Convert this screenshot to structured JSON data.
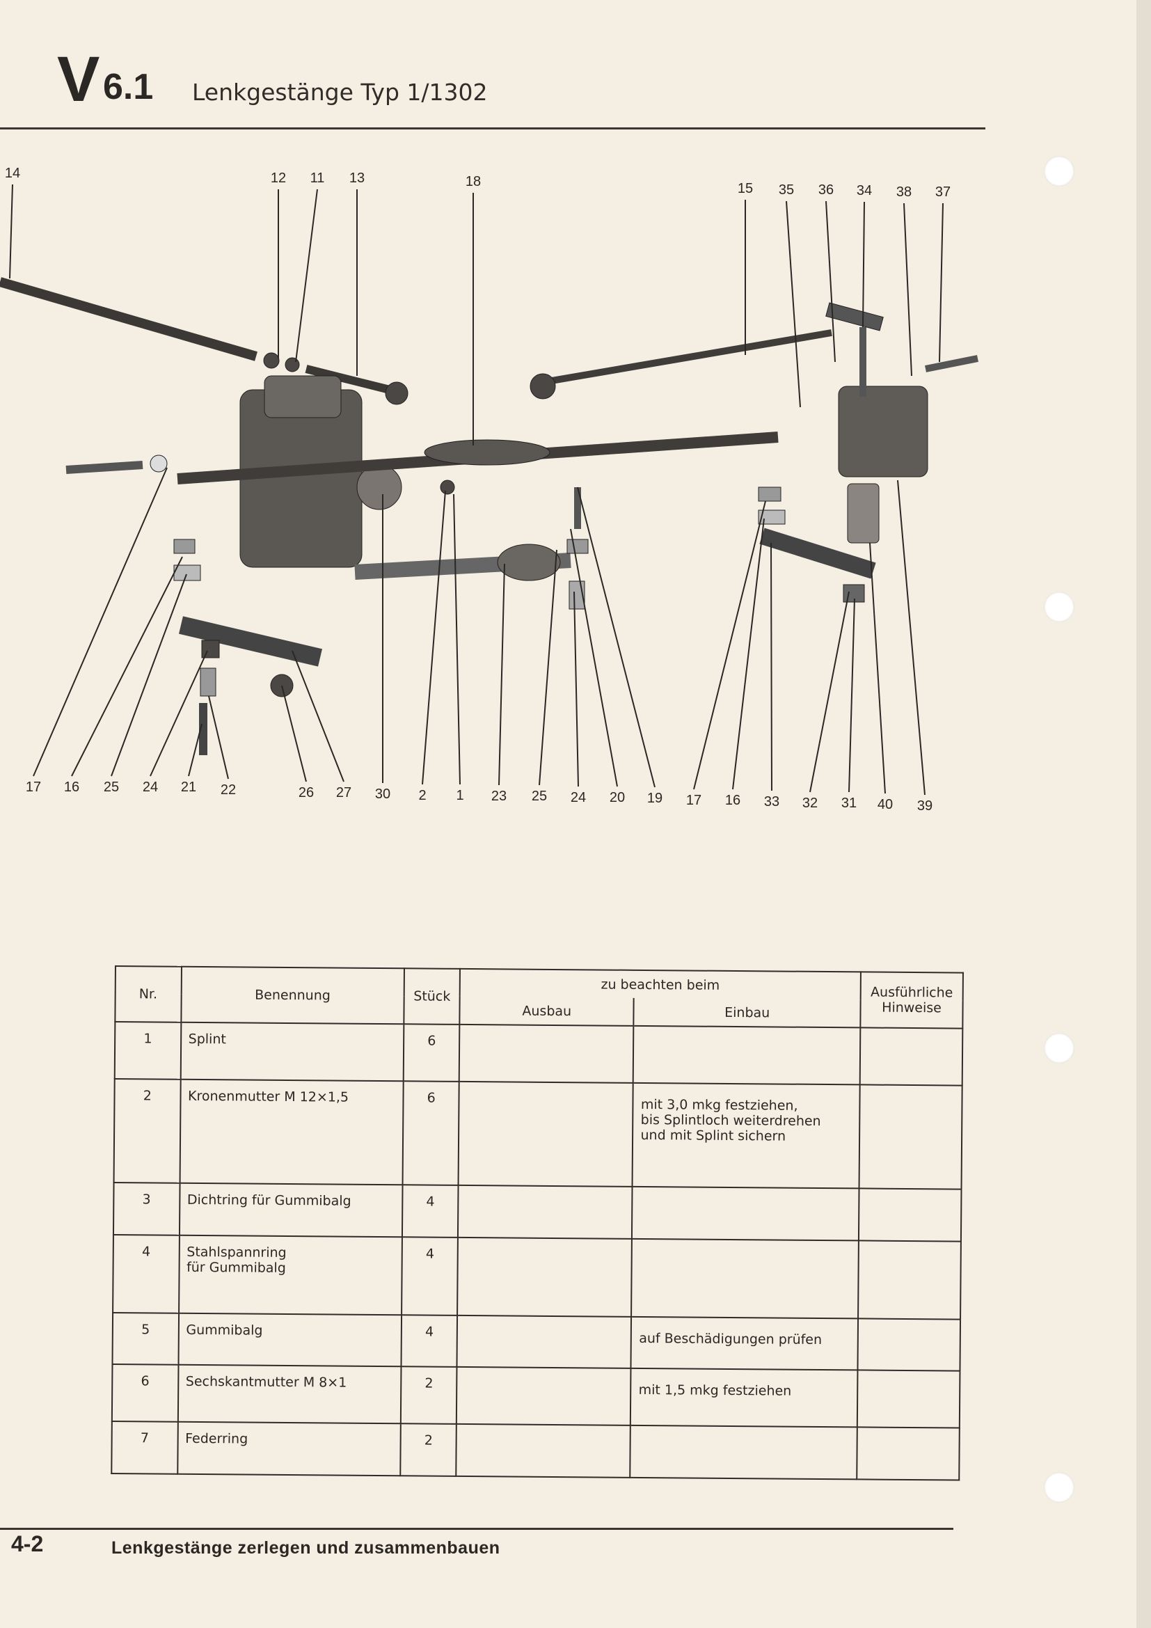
{
  "header": {
    "section_letter": "V",
    "section_number": "6.1",
    "title": "Lenkgestänge Typ 1/1302"
  },
  "diagram": {
    "top_labels": [
      "14",
      "12",
      "11",
      "13",
      "18",
      "15",
      "35",
      "36",
      "34",
      "38",
      "37"
    ],
    "bottom_labels": [
      "17",
      "16",
      "25",
      "24",
      "21",
      "22",
      "26",
      "27",
      "30",
      "2",
      "1",
      "23",
      "25",
      "24",
      "20",
      "19",
      "17",
      "16",
      "33",
      "32",
      "31",
      "40",
      "39"
    ]
  },
  "table": {
    "headers": {
      "nr": "Nr.",
      "name": "Benennung",
      "qty": "Stück",
      "note_group": "zu beachten beim",
      "removal": "Ausbau",
      "install": "Einbau",
      "details": "Ausführliche Hinweise"
    },
    "rows": [
      {
        "nr": "1",
        "name": "Splint",
        "qty": "6",
        "removal": "",
        "install": "",
        "details": ""
      },
      {
        "nr": "2",
        "name": "Kronenmutter M 12×1,5",
        "qty": "6",
        "removal": "",
        "install": "mit 3,0 mkg festziehen,\nbis Splintloch weiterdrehen\nund mit Splint sichern",
        "details": ""
      },
      {
        "nr": "3",
        "name": "Dichtring für Gummibalg",
        "qty": "4",
        "removal": "",
        "install": "",
        "details": ""
      },
      {
        "nr": "4",
        "name": "Stahlspannring\nfür Gummibalg",
        "qty": "4",
        "removal": "",
        "install": "",
        "details": ""
      },
      {
        "nr": "5",
        "name": "Gummibalg",
        "qty": "4",
        "removal": "",
        "install": "auf Beschädigungen prüfen",
        "details": ""
      },
      {
        "nr": "6",
        "name": "Sechskantmutter M 8×1",
        "qty": "2",
        "removal": "",
        "install": "mit 1,5 mkg festziehen",
        "details": ""
      },
      {
        "nr": "7",
        "name": "Federring",
        "qty": "2",
        "removal": "",
        "install": "",
        "details": ""
      }
    ]
  },
  "footer": {
    "page": "4-2",
    "text": "Lenkgestänge zerlegen und zusammenbauen"
  }
}
